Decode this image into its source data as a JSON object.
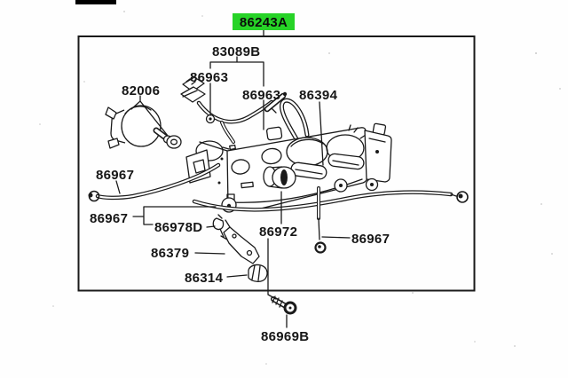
{
  "highlight": {
    "number": "86243A",
    "color": "#27D327"
  },
  "parts": {
    "harness_group": "83089B",
    "sensor_a": "86963",
    "sensor_b": "86963",
    "vacuum_hose": "86394",
    "motor": "82006",
    "cable_upper_left": "86967",
    "cable_lower_left": "86967",
    "clip": "86978D",
    "knob": "86972",
    "lever": "86379",
    "cap": "86314",
    "cable_right": "86967",
    "screw": "86969B"
  }
}
